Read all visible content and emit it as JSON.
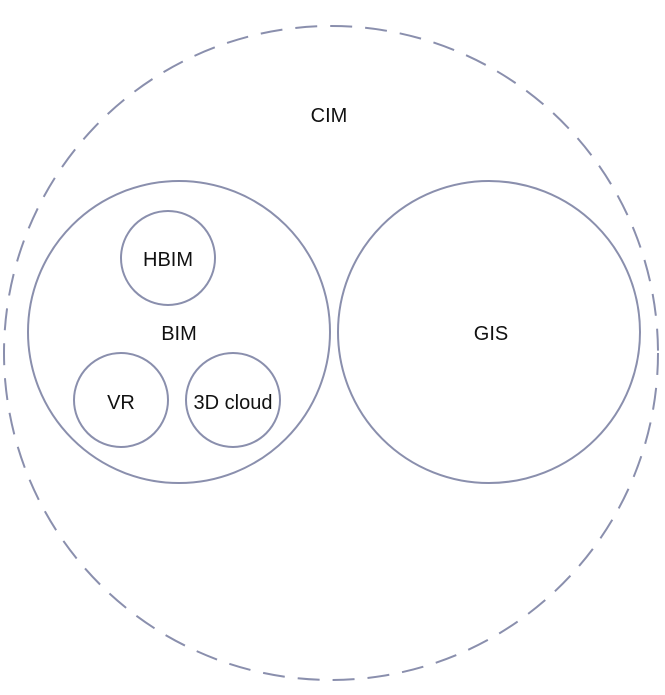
{
  "diagram": {
    "type": "nested-circles",
    "colors": {
      "stroke": "#8a8fad",
      "text": "#111111",
      "background": "#ffffff"
    },
    "nodes": {
      "cim": {
        "label": "CIM",
        "border": "dashed"
      },
      "bim": {
        "label": "BIM",
        "border": "solid",
        "parent": "CIM"
      },
      "gis": {
        "label": "GIS",
        "border": "solid",
        "parent": "CIM"
      },
      "hbim": {
        "label": "HBIM",
        "border": "solid",
        "parent": "BIM"
      },
      "vr": {
        "label": "VR",
        "border": "solid",
        "parent": "BIM"
      },
      "cloud": {
        "label": "3D cloud",
        "border": "solid",
        "parent": "BIM"
      }
    }
  }
}
